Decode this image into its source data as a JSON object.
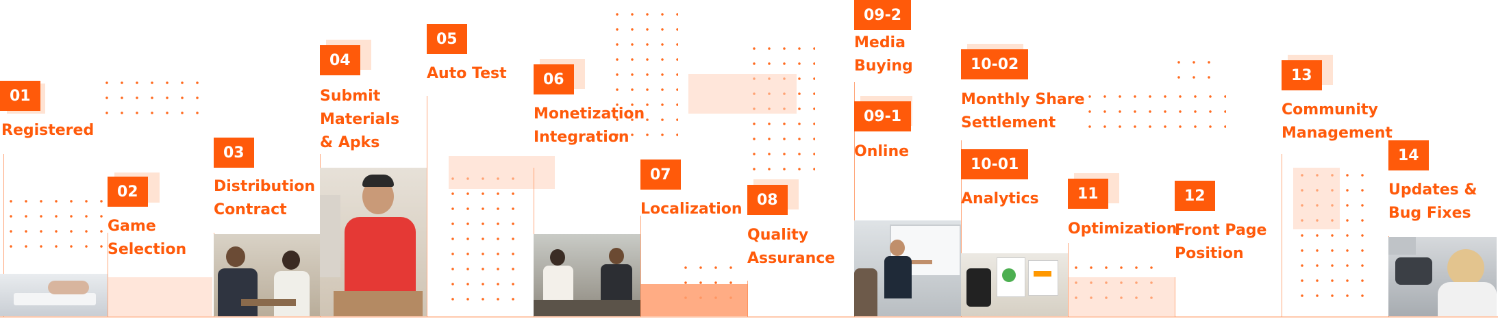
{
  "steps": [
    {
      "id": "01",
      "label": "Registered"
    },
    {
      "id": "02",
      "label": "Game Selection"
    },
    {
      "id": "03",
      "label": "Distribution Contract"
    },
    {
      "id": "04",
      "label": "Submit Materials & Apks"
    },
    {
      "id": "05",
      "label": "Auto Test"
    },
    {
      "id": "06",
      "label": "Monetization Integration"
    },
    {
      "id": "07",
      "label": "Localization"
    },
    {
      "id": "08",
      "label": "Quality Assurance"
    },
    {
      "id": "09-2",
      "label": "Media Buying"
    },
    {
      "id": "09-1",
      "label": "Online"
    },
    {
      "id": "10-02",
      "label": "Monthly Share Settlement"
    },
    {
      "id": "10-01",
      "label": "Analytics"
    },
    {
      "id": "11",
      "label": "Optimization"
    },
    {
      "id": "12",
      "label": "Front Page Position"
    },
    {
      "id": "13",
      "label": "Community Management"
    },
    {
      "id": "14",
      "label": "Updates & Bug Fixes"
    }
  ],
  "label_lines": {
    "s01": [
      "Registered"
    ],
    "s02": [
      "Game",
      "Selection"
    ],
    "s03": [
      "Distribution",
      "Contract"
    ],
    "s04": [
      "Submit",
      "Materials",
      "& Apks"
    ],
    "s05": [
      "Auto Test"
    ],
    "s06": [
      "Monetization",
      "Integration"
    ],
    "s07": [
      "Localization"
    ],
    "s08": [
      "Quality",
      "Assurance"
    ],
    "s092": [
      "Media",
      "Buying"
    ],
    "s091": [
      "Online"
    ],
    "s1002": [
      "Monthly Share",
      "Settlement"
    ],
    "s1001": [
      "Analytics"
    ],
    "s11": [
      "Optimization"
    ],
    "s12": [
      "Front Page",
      "Position"
    ],
    "s13": [
      "Community",
      "Management"
    ],
    "s14": [
      "Updates &",
      "Bug Fixes"
    ]
  },
  "colors": {
    "accent": "#ff5a0a",
    "accent_light": "#ffd2bb",
    "line": "#ff8a4f"
  }
}
